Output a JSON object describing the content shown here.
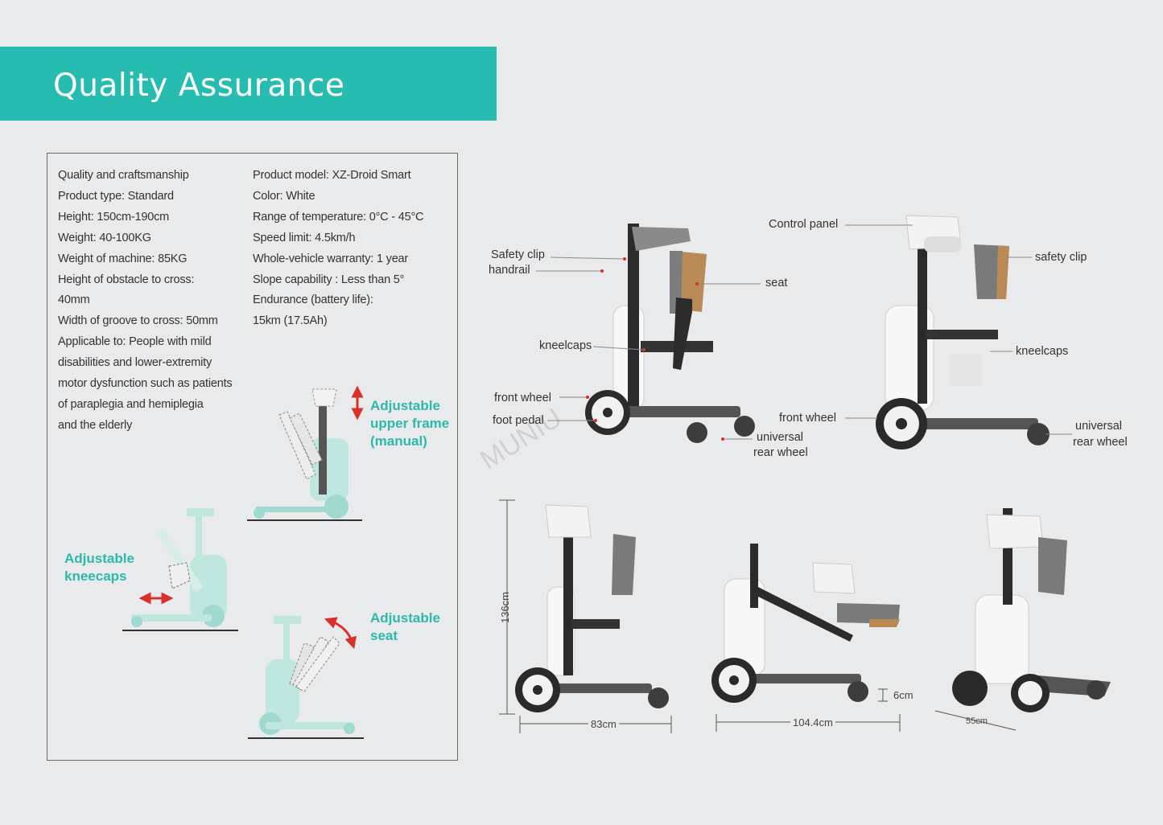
{
  "header": {
    "title": "Quality Assurance",
    "color": "#26bcaf"
  },
  "specs": {
    "left": [
      "Quality and craftsmanship",
      "Product type: Standard",
      "Height: 150cm-190cm",
      "Weight: 40-100KG",
      "Weight of machine: 85KG",
      "Height of obstacle to cross:",
      "40mm",
      "Width of groove to cross: 50mm",
      "Applicable to: People with mild",
      "disabilities and lower-extremity",
      "motor dysfunction such as patients",
      "of paraplegia and hemiplegia",
      "and the elderly"
    ],
    "right": [
      "Product model: XZ-Droid Smart",
      "Color: White",
      "Range of temperature: 0°C - 45°C",
      "Speed limit: 4.5km/h",
      "Whole-vehicle warranty: 1 year",
      "Slope capability : Less than 5°",
      "Endurance (battery life):",
      "15km (17.5Ah)"
    ]
  },
  "adjustments": {
    "upper_frame": [
      "Adjustable",
      "upper frame",
      "(manual)"
    ],
    "kneecaps": [
      "Adjustable",
      "kneecaps"
    ],
    "seat": [
      "Adjustable",
      "seat"
    ]
  },
  "callouts": {
    "safety_clip_left": "Safety clip",
    "handrail": "handrail",
    "seat": "seat",
    "kneelcaps_left": "kneelcaps",
    "front_wheel_left": "front wheel",
    "foot_pedal": "foot pedal",
    "universal_left_1": "universal",
    "universal_left_2": "rear wheel",
    "control_panel": "Control panel",
    "safety_clip_right": "safety clip",
    "kneelcaps_right": "kneelcaps",
    "front_wheel_right": "front wheel",
    "universal_right_1": "universal",
    "universal_right_2": "rear wheel"
  },
  "dimensions": {
    "height": "136cm",
    "length": "83cm",
    "folded_length": "104.4cm",
    "clearance": "6cm",
    "width": "55cm"
  },
  "watermark": "MUNIU"
}
